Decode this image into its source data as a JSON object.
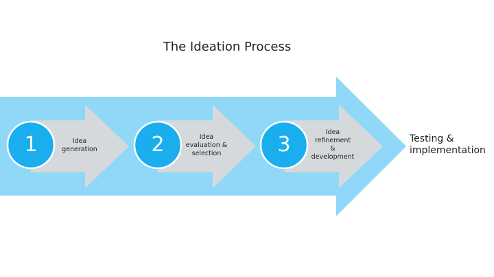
{
  "title": "The Ideation Process",
  "colors": {
    "big_arrow": "#8fd8f7",
    "step_arrow": "#d6d9dc",
    "circle_fill": "#1aaeee",
    "circle_stroke": "#ffffff",
    "text": "#222222"
  },
  "steps": [
    {
      "number": "1",
      "label": "Idea\ngeneration"
    },
    {
      "number": "2",
      "label": "Idea\nevaluation &\nselection"
    },
    {
      "number": "3",
      "label": "Idea\nrefinement\n&\ndevelopment"
    }
  ],
  "outcome": "Testing &\nimplementation"
}
